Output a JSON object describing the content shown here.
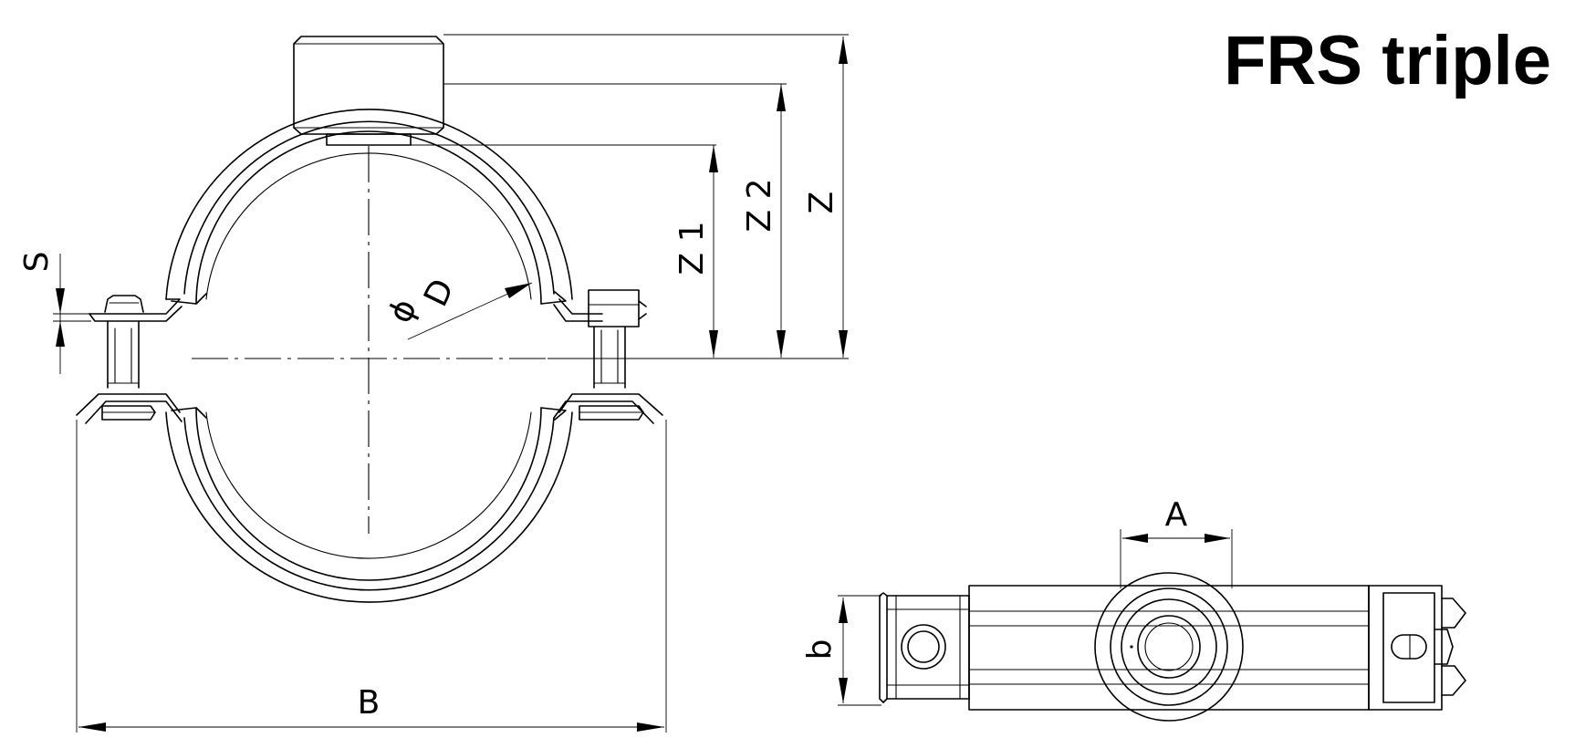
{
  "title": "FRS triple",
  "labels": {
    "z": "Z",
    "z2": "Z 2",
    "z1": "Z 1",
    "s": "S",
    "phi": "ϕ",
    "d": "D",
    "b_upper": "B",
    "a": "A",
    "b_lower": "b"
  }
}
